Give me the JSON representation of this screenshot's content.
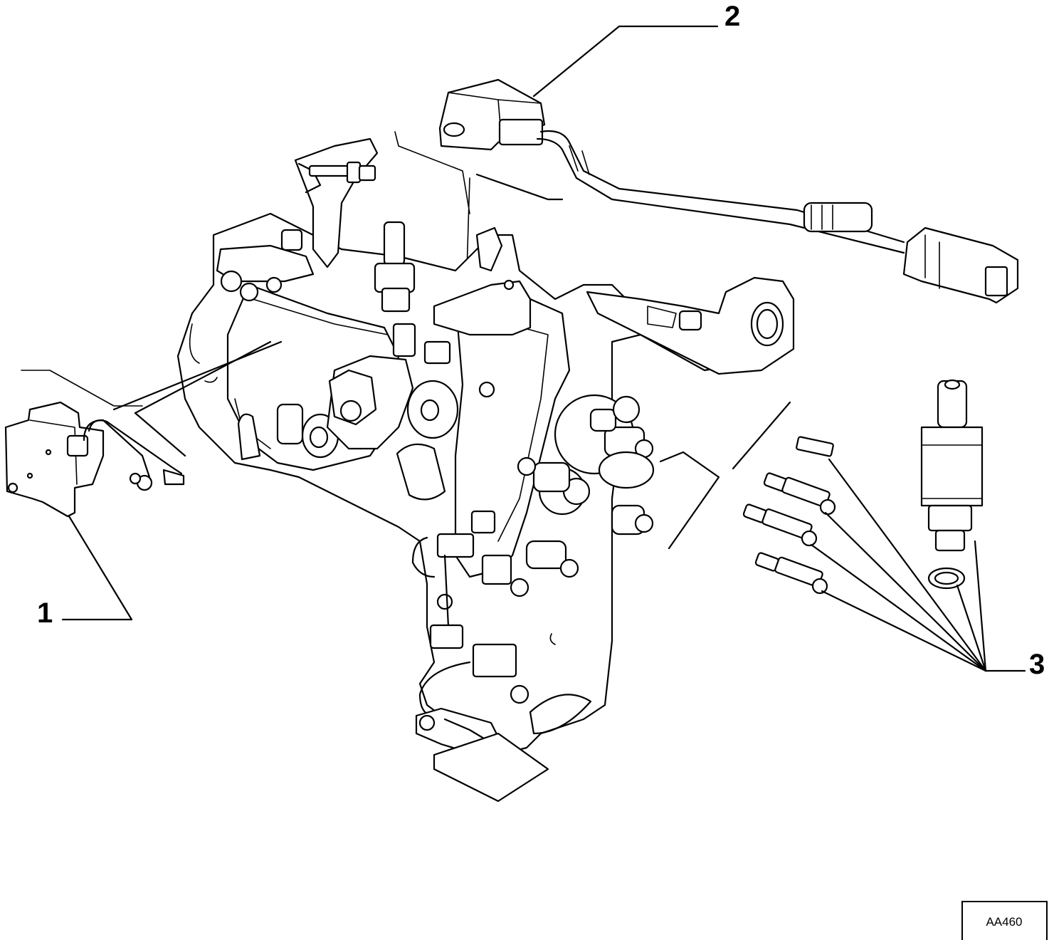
{
  "callouts": [
    {
      "label": "1"
    },
    {
      "label": "2"
    },
    {
      "label": "3"
    }
  ],
  "reference_code": "AA460",
  "colors": {
    "line": "#000000",
    "background": "#ffffff"
  }
}
